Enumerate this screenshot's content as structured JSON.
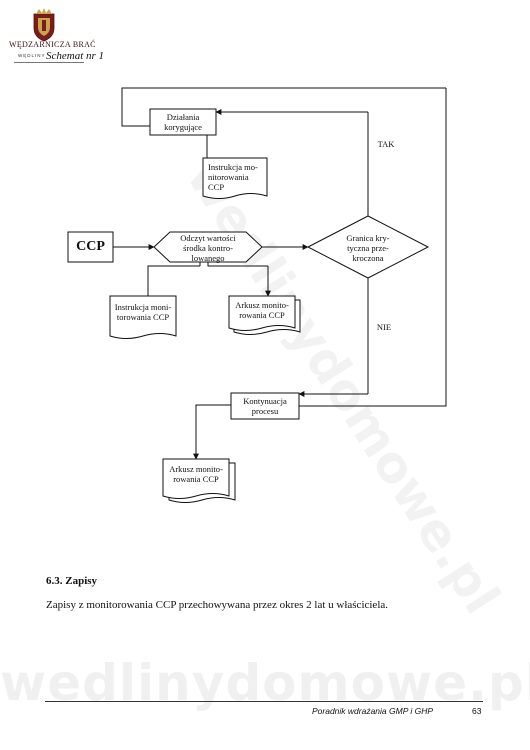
{
  "header": {
    "brand": "WĘDZARNICZA BRAĆ",
    "brand_sub": "WĘDLINY",
    "scheme_title": "Schemat nr 1"
  },
  "flowchart": {
    "corrective_actions": [
      "Działania",
      "korygujące"
    ],
    "instruction_top": [
      "Instrukcja mo-",
      "nitorowania",
      "CCP"
    ],
    "ccp": "CCP",
    "reading": [
      "Odczyt wartości",
      "środka kontro-",
      "lowanego"
    ],
    "critical_limit": [
      "Granica kry-",
      "tyczna prze-",
      "kroczona"
    ],
    "yes": "TAK",
    "no": "NIE",
    "instruction_bottom": [
      "Instrukcja moni-",
      "torowania CCP"
    ],
    "sheet_middle": [
      "Arkusz monito-",
      "rowania CCP"
    ],
    "continue_process": [
      "Kontynuacja",
      "procesu"
    ],
    "sheet_bottom": [
      "Arkusz monito-",
      "rowania CCP"
    ]
  },
  "content": {
    "section_title": "6.3. Zapisy",
    "paragraph": "Zapisy z monitorowania CCP przechowywana przez okres 2 lat u właściciela."
  },
  "watermark": "wedlinydomowe.pl",
  "footer": {
    "title": "Poradnik wdrażania GMP i GHP",
    "page": "63"
  }
}
